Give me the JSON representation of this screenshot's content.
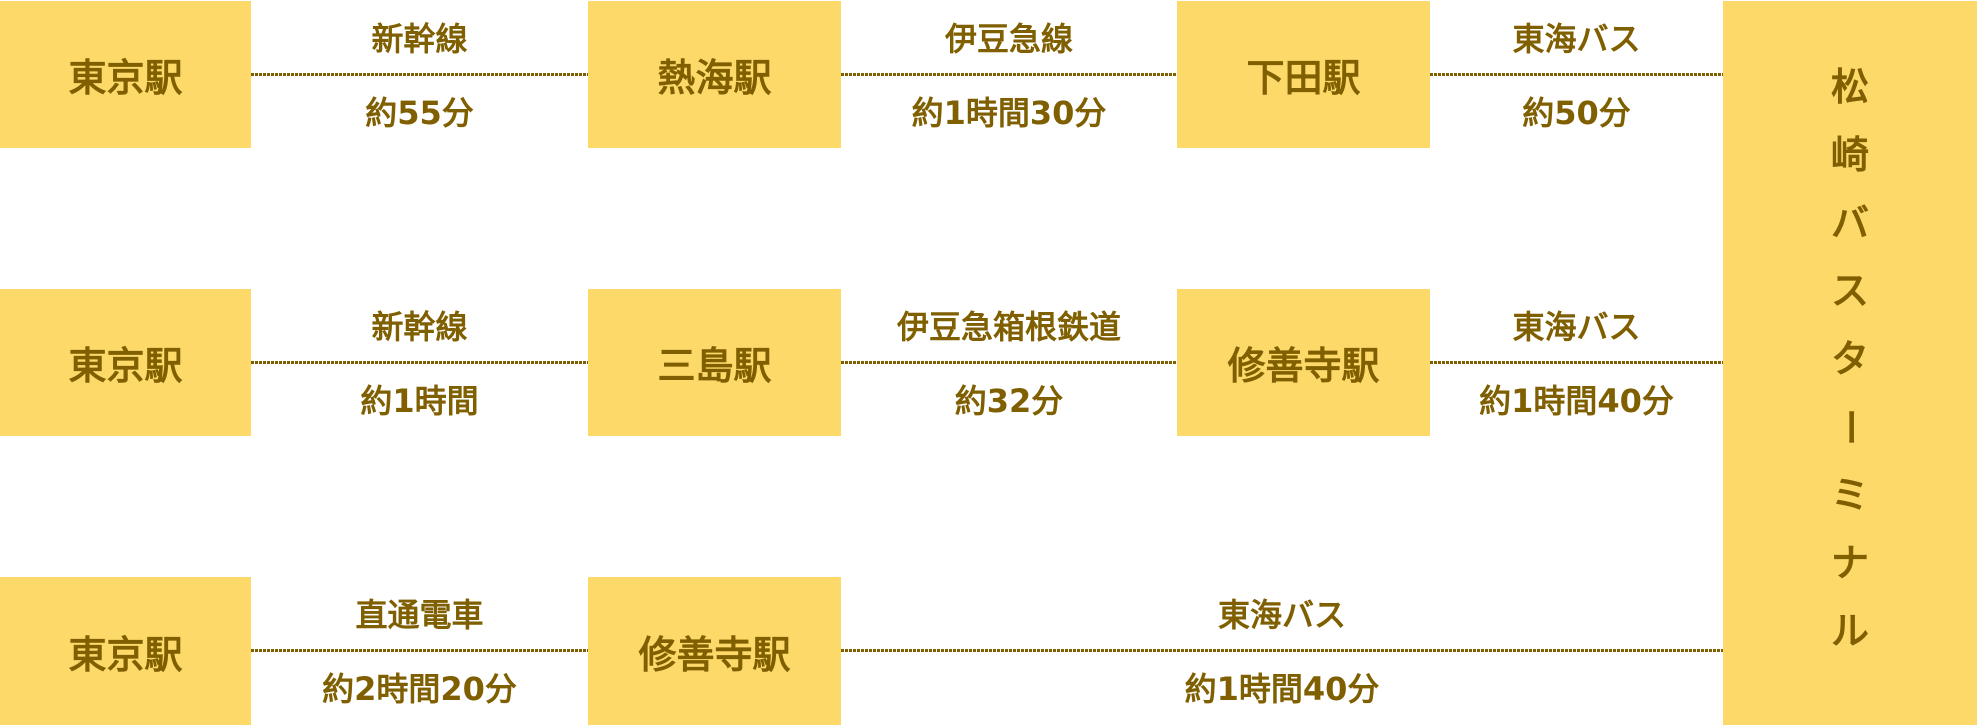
{
  "colors": {
    "box": "#FDD96A",
    "text": "#7F5F00",
    "line": "#7F5F00"
  },
  "terminal": {
    "label": "松崎バスターミナル",
    "chars": [
      "松",
      "崎",
      "バ",
      "ス",
      "タ",
      "ー",
      "ミ",
      "ナ",
      "ル"
    ]
  },
  "routes": [
    {
      "stations": [
        "東京駅",
        "熱海駅",
        "下田駅"
      ],
      "segments": [
        {
          "line": "新幹線",
          "time": "約55分"
        },
        {
          "line": "伊豆急線",
          "time": "約1時間30分"
        },
        {
          "line": "東海バス",
          "time": "約50分"
        }
      ]
    },
    {
      "stations": [
        "東京駅",
        "三島駅",
        "修善寺駅"
      ],
      "segments": [
        {
          "line": "新幹線",
          "time": "約1時間"
        },
        {
          "line": "伊豆急箱根鉄道",
          "time": "約32分"
        },
        {
          "line": "東海バス",
          "time": "約1時間40分"
        }
      ]
    },
    {
      "stations": [
        "東京駅",
        "修善寺駅"
      ],
      "segments": [
        {
          "line": "直通電車",
          "time": "約2時間20分"
        },
        {
          "line": "東海バス",
          "time": "約1時間40分"
        }
      ]
    }
  ]
}
